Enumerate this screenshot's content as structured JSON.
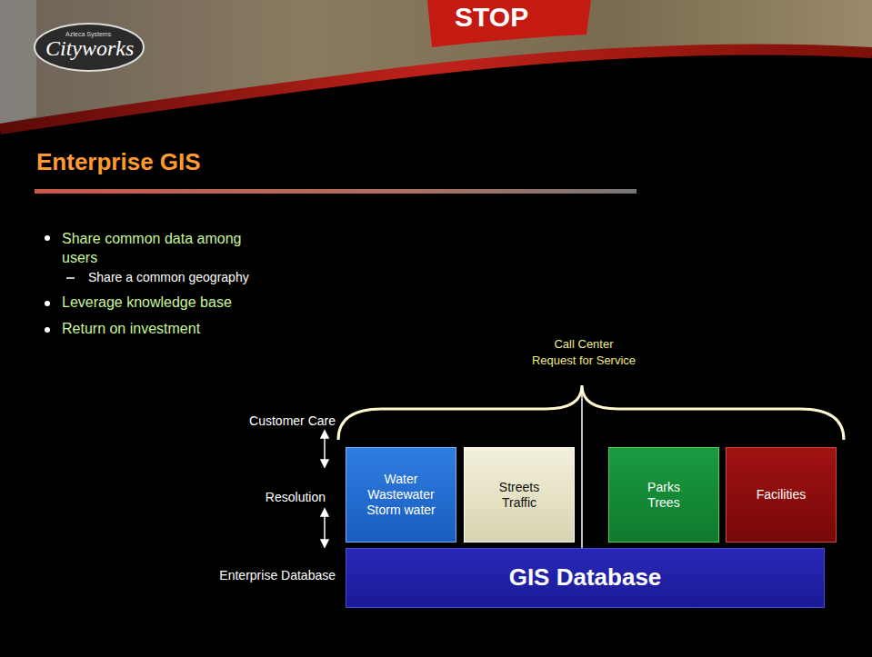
{
  "diagram": {
    "title": "Enterprise GIS",
    "nodes": [
      {
        "text": [
          "Water Wastewater Storm water"
        ]
      },
      {
        "text": [
          "Streets Traffic"
        ]
      },
      {
        "text": [
          "Parks Trees"
        ]
      },
      {
        "text": [
          "Facilities"
        ]
      },
      {
        "text": [
          "GIS Database"
        ]
      }
    ],
    "labels": [
      "Azteca Systems",
      "Cityworks",
      "STOP",
      "Share common data among users",
      "Share a common geography",
      "Leverage knowledge base",
      "Return on investment",
      "Call Center Request for Service",
      "Customer Care",
      "Resolution",
      "Enterprise Database"
    ]
  }
}
